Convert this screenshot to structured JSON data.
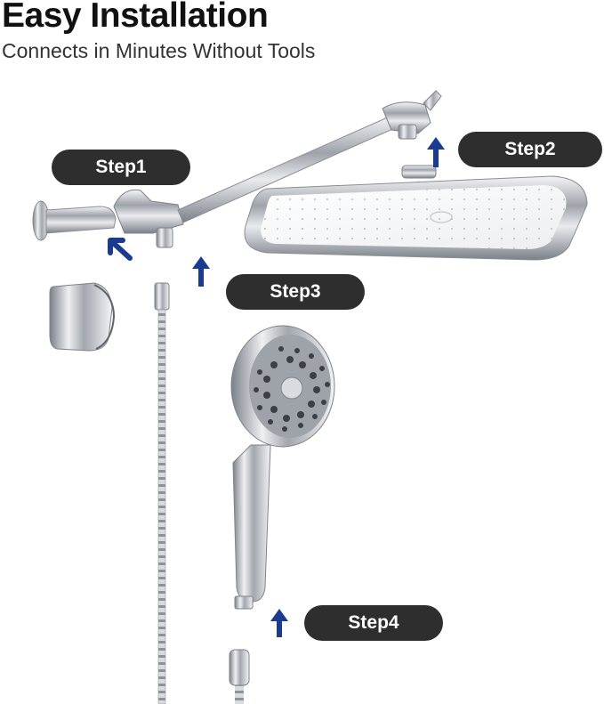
{
  "header": {
    "title": "Easy Installation",
    "subtitle": "Connects in Minutes Without Tools"
  },
  "steps": [
    {
      "label": "Step1"
    },
    {
      "label": "Step2"
    },
    {
      "label": "Step3"
    },
    {
      "label": "Step4"
    }
  ],
  "colors": {
    "pill_bg": "#2e2e2e",
    "arrow": "#1a3b8f",
    "chrome": "#c9ccd1"
  },
  "icons": [
    "arrow-up-right-icon",
    "arrow-up-icon"
  ]
}
